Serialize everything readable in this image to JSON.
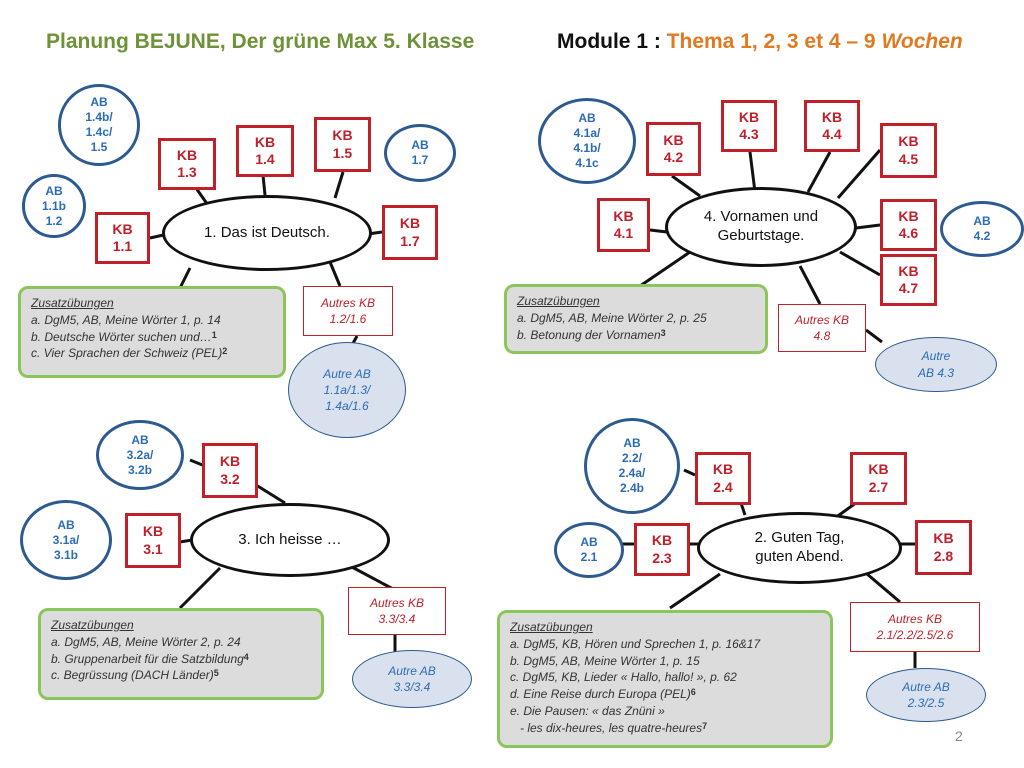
{
  "title_left": "Planung BEJUNE, Der grüne Max 5. Klasse",
  "title_right": {
    "module": "Module 1 : ",
    "thema": "Thema 1, 2, 3 et 4 – 9 ",
    "wochen": "Wochen"
  },
  "page_number": "2",
  "colors": {
    "title_left": "#6e9238",
    "accent": "#e07a1f",
    "kb_red": "#c0202a",
    "ab_blue": "#2d5a8f",
    "zusatz_border": "#8ac65a",
    "zusatz_fill": "#dcdcdc"
  },
  "theme1": {
    "hub": "1. Das  ist Deutsch.",
    "kb": [
      "KB\n1.1",
      "KB\n1.3",
      "KB\n1.4",
      "KB\n1.5",
      "KB\n1.7"
    ],
    "ab": [
      "AB\n1.4b/\n1.4c/\n1.5",
      "AB\n1.1b\n1.2",
      "AB\n1.7"
    ],
    "autres_kb": "Autres KB\n1.2/1.6",
    "autre_ab": "Autre AB\n1.1a/1.3/\n1.4a/1.6",
    "zusatz": {
      "heading": "Zusatzübungen",
      "items": [
        {
          "text": "a. DgM5, AB, Meine Wörter 1, p. 14",
          "sup": ""
        },
        {
          "text": "b. Deutsche Wörter suchen und…",
          "sup": "1"
        },
        {
          "text": "c. Vier Sprachen der Schweiz (PEL)",
          "sup": "2"
        }
      ]
    }
  },
  "theme4": {
    "hub": "4. Vornamen und\nGeburtstage.",
    "kb": [
      "KB\n4.1",
      "KB\n4.2",
      "KB\n4.3",
      "KB\n4.4",
      "KB\n4.5",
      "KB\n4.6",
      "KB\n4.7"
    ],
    "ab": [
      "AB\n4.1a/\n4.1b/\n4.1c",
      "AB\n4.2"
    ],
    "autres_kb": "Autres KB\n4.8",
    "autre_ab": "Autre\nAB 4.3",
    "zusatz": {
      "heading": "Zusatzübungen",
      "items": [
        {
          "text": "a. DgM5, AB, Meine Wörter 2, p. 25",
          "sup": ""
        },
        {
          "text": "b. Betonung der Vornamen",
          "sup": "3"
        }
      ]
    }
  },
  "theme3": {
    "hub": "3. Ich heisse …",
    "kb": [
      "KB\n3.1",
      "KB\n3.2"
    ],
    "ab": [
      "AB\n3.2a/\n3.2b",
      "AB\n3.1a/\n3.1b"
    ],
    "autres_kb": "Autres KB\n3.3/3.4",
    "autre_ab": "Autre AB\n3.3/3.4",
    "zusatz": {
      "heading": "Zusatzübungen",
      "items": [
        {
          "text": "a. DgM5, AB, Meine Wörter 2, p. 24",
          "sup": ""
        },
        {
          "text": "b. Gruppenarbeit für die Satzbildung",
          "sup": "4"
        },
        {
          "text": "c. Begrüssung (DACH Länder)",
          "sup": "5"
        }
      ]
    }
  },
  "theme2": {
    "hub": "2. Guten Tag,\nguten Abend.",
    "kb": [
      "KB\n2.3",
      "KB\n2.4",
      "KB\n2.7",
      "KB\n2.8"
    ],
    "ab": [
      "AB\n2.2/\n2.4a/\n2.4b",
      "AB\n2.1"
    ],
    "autres_kb": "Autres KB\n2.1/2.2/2.5/2.6",
    "autre_ab": "Autre AB\n2.3/2.5",
    "zusatz": {
      "heading": "Zusatzübungen",
      "items": [
        {
          "text": "a. DgM5, KB, Hören und Sprechen 1, p. 16&17",
          "sup": ""
        },
        {
          "text": "b. DgM5, AB, Meine Wörter 1, p. 15",
          "sup": ""
        },
        {
          "text": "c. DgM5, KB, Lieder « Hallo, hallo! », p. 62",
          "sup": ""
        },
        {
          "text": "d. Eine Reise durch Europa (PEL)",
          "sup": "6"
        },
        {
          "text": "e. Die Pausen: « das Znüni »",
          "sup": ""
        },
        {
          "text": "   - les dix-heures, les quatre-heures",
          "sup": "7"
        }
      ]
    }
  }
}
